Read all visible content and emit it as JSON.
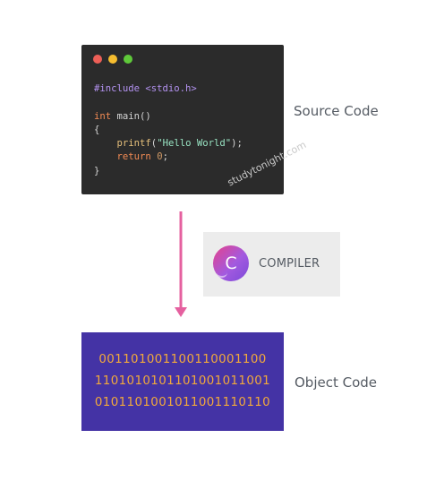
{
  "code_window": {
    "traffic_lights": [
      {
        "icon": "close-dot-icon",
        "color": "#ed5f57"
      },
      {
        "icon": "minimize-dot-icon",
        "color": "#f6bd2f"
      },
      {
        "icon": "maximize-dot-icon",
        "color": "#5fc93a"
      }
    ],
    "code_lines": [
      [
        {
          "t": "#include <stdio.h>",
          "k": "directive"
        }
      ],
      [
        {
          "t": "",
          "k": "plain"
        }
      ],
      [
        {
          "t": "int",
          "k": "keyword"
        },
        {
          "t": " main()",
          "k": "plain"
        }
      ],
      [
        {
          "t": "{",
          "k": "plain"
        }
      ],
      [
        {
          "t": "    ",
          "k": "plain"
        },
        {
          "t": "printf",
          "k": "fn"
        },
        {
          "t": "(",
          "k": "plain"
        },
        {
          "t": "\"Hello World\"",
          "k": "string"
        },
        {
          "t": ");",
          "k": "plain"
        }
      ],
      [
        {
          "t": "    ",
          "k": "plain"
        },
        {
          "t": "return",
          "k": "keyword"
        },
        {
          "t": " ",
          "k": "plain"
        },
        {
          "t": "0",
          "k": "number"
        },
        {
          "t": ";",
          "k": "plain"
        }
      ],
      [
        {
          "t": "}",
          "k": "plain"
        }
      ]
    ]
  },
  "labels": {
    "source_code": "Source Code",
    "object_code": "Object Code"
  },
  "watermark": "studytonight.com",
  "compiler": {
    "logo_letter": "C",
    "label": "COMPILER",
    "logo_colors": [
      "#e6418a",
      "#a35adf",
      "#7c4ad9"
    ]
  },
  "arrow": {
    "color": "#e5609f",
    "direction": "down"
  },
  "object_code": {
    "background": "#4433a5",
    "text_color": "#f2a93b",
    "lines": [
      "00110100110011000110​0",
      "11010101011010010110​01",
      "01011010010110011101​10"
    ]
  }
}
